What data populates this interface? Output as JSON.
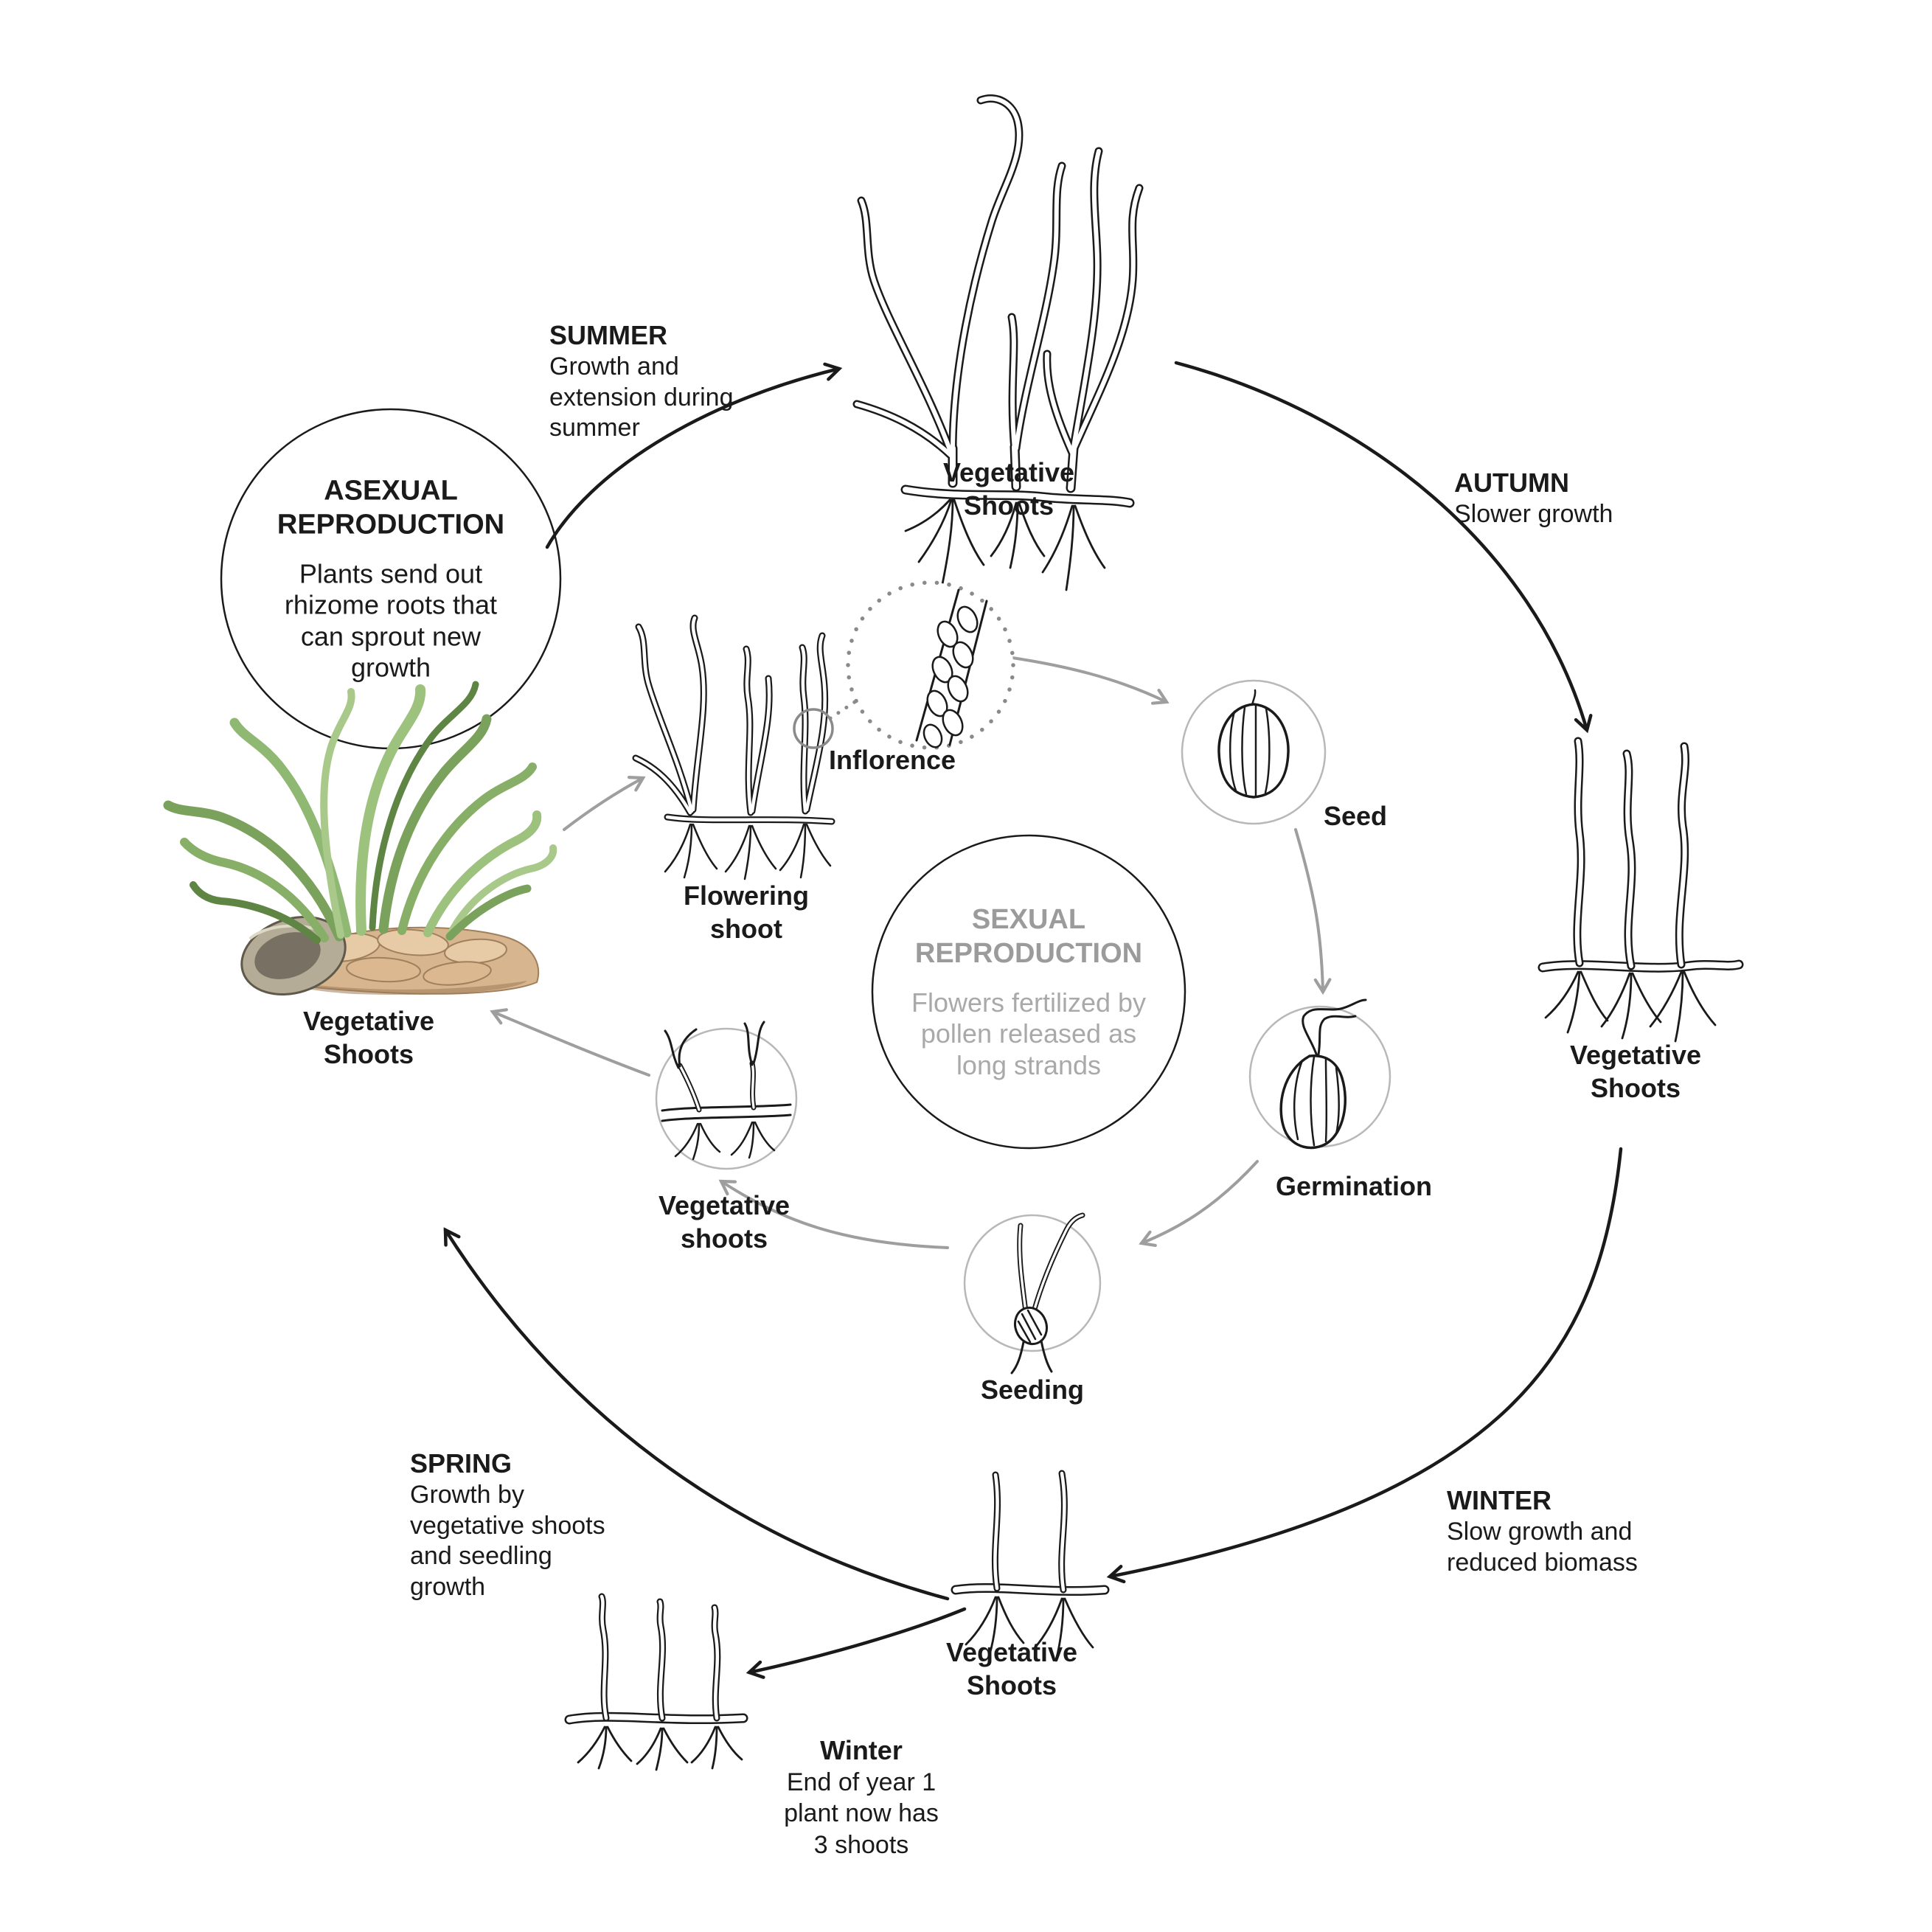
{
  "asexual_circle": {
    "title": "ASEXUAL\nREPRODUCTION",
    "body": "Plants send out\nrhizome roots that\ncan sprout new\ngrowth"
  },
  "sexual_circle": {
    "title": "SEXUAL\nREPRODUCTION",
    "body": "Flowers fertilized by\npollen released as\nlong strands"
  },
  "seasons": {
    "summer": {
      "title": "SUMMER",
      "description": "Growth and\nextension during\nsummer"
    },
    "autumn": {
      "title": "AUTUMN",
      "description": "Slower growth"
    },
    "winter": {
      "title": "WINTER",
      "description": "Slow growth and\nreduced biomass"
    },
    "spring": {
      "title": "SPRING",
      "description": "Growth by\nvegetative shoots\nand seedling\ngrowth"
    }
  },
  "winter_note": {
    "title": "Winter",
    "description": "End of year 1\nplant now has\n3 shoots"
  },
  "nodes": {
    "vegetative_shoots_top": "Vegetative\nShoots",
    "vegetative_shoots_right": "Vegetative\nShoots",
    "vegetative_shoots_bottom": "Vegetative\nShoots",
    "vegetative_shoots_left": "Vegetative\nShoots",
    "vegetative_shoots_inner": "Vegetative\nshoots",
    "flowering_shoot": "Flowering\nshoot",
    "inflorence": "Inflorence",
    "seed": "Seed",
    "germination": "Germination",
    "seeding": "Seeding"
  },
  "colors": {
    "ink": "#1a1a1a",
    "gray_arrow": "#9e9e9e",
    "gray_node_circle": "#b8b8b8",
    "dotted_circle_gray": "#8a8a8a",
    "sexual_title_gray": "#9b9b9b",
    "sexual_body_gray": "#a9a9a9",
    "leaf_green": "#8fb873",
    "leaf_green_dark": "#5e8544",
    "leaf_green_light": "#a8c98a",
    "soil_tan": "#d7b68f",
    "shell_gray": "#b5ac97"
  }
}
